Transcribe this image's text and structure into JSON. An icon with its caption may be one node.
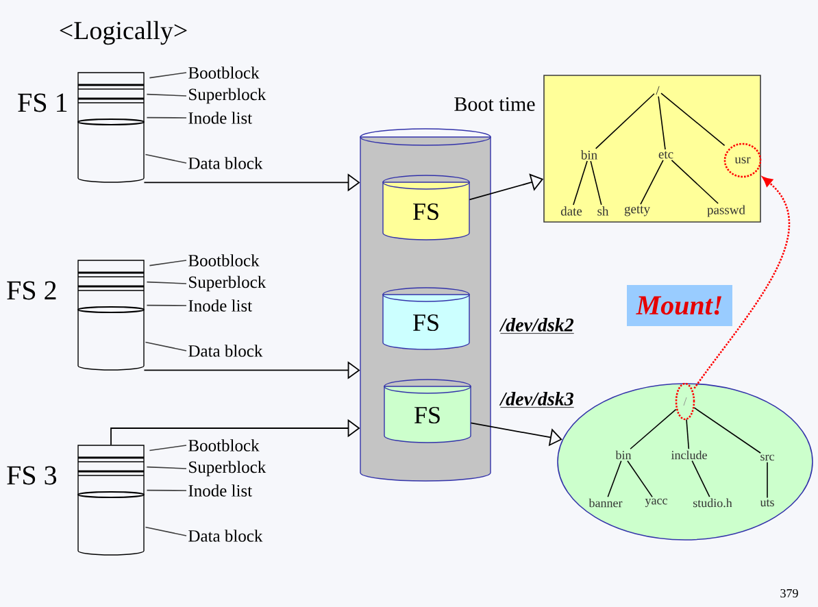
{
  "diagram": {
    "nodes": [
      {
        "text": [
          "FS 1"
        ]
      },
      {
        "text": [
          "Bootblock"
        ]
      },
      {
        "text": [
          "Superblock"
        ]
      },
      {
        "text": [
          "Inode list"
        ]
      },
      {
        "text": [
          "Data block"
        ]
      },
      {
        "text": [
          "FS 2"
        ]
      },
      {
        "text": [
          "Bootblock"
        ]
      },
      {
        "text": [
          "Superblock"
        ]
      },
      {
        "text": [
          "Inode list"
        ]
      },
      {
        "text": [
          "Data block"
        ]
      },
      {
        "text": [
          "FS 3"
        ]
      },
      {
        "text": [
          "Bootblock"
        ]
      },
      {
        "text": [
          "Superblock"
        ]
      },
      {
        "text": [
          "Inode list"
        ]
      },
      {
        "text": [
          "Data block"
        ]
      },
      {
        "text": [],
        "shape": "cylinder"
      },
      {
        "text": [
          "FS"
        ],
        "in": 15
      },
      {
        "text": [
          "FS"
        ],
        "in": 15,
        "beside": [
          "/dev/dsk2"
        ]
      },
      {
        "text": [
          "FS"
        ],
        "in": 15,
        "beside": [
          "/dev/dsk3"
        ]
      },
      {
        "text": [],
        "shape": "box",
        "beside": [
          "Boot time"
        ]
      },
      {
        "text": [
          "/"
        ],
        "in": 19
      },
      {
        "text": [
          "bin"
        ],
        "in": 19
      },
      {
        "text": [
          "etc"
        ],
        "in": 19
      },
      {
        "text": [
          "usr"
        ],
        "in": 19
      },
      {
        "text": [
          "date"
        ],
        "in": 19
      },
      {
        "text": [
          "sh"
        ],
        "in": 19
      },
      {
        "text": [
          "getty"
        ],
        "in": 19
      },
      {
        "text": [
          "passwd"
        ],
        "in": 19
      },
      {
        "text": [
          "Mount!"
        ]
      },
      {
        "text": [],
        "shape": "ellipse"
      },
      {
        "text": [
          "/"
        ],
        "in": 29
      },
      {
        "text": [
          "bin"
        ],
        "in": 29
      },
      {
        "text": [
          "include"
        ],
        "in": 29
      },
      {
        "text": [
          "src"
        ],
        "in": 29
      },
      {
        "text": [
          "banner"
        ],
        "in": 29
      },
      {
        "text": [
          "yacc"
        ],
        "in": 29
      },
      {
        "text": [
          "studio.h"
        ],
        "in": 29
      },
      {
        "text": [
          "uts"
        ],
        "in": 29
      }
    ],
    "edges": [
      {
        "from": 1,
        "to": 0,
        "arrow": "none"
      },
      {
        "from": 2,
        "to": 0,
        "arrow": "none"
      },
      {
        "from": 3,
        "to": 0,
        "arrow": "none"
      },
      {
        "from": 4,
        "to": 0,
        "arrow": "none"
      },
      {
        "from": 6,
        "to": 5,
        "arrow": "none"
      },
      {
        "from": 7,
        "to": 5,
        "arrow": "none"
      },
      {
        "from": 8,
        "to": 5,
        "arrow": "none"
      },
      {
        "from": 9,
        "to": 5,
        "arrow": "none"
      },
      {
        "from": 11,
        "to": 10,
        "arrow": "none"
      },
      {
        "from": 12,
        "to": 10,
        "arrow": "none"
      },
      {
        "from": 13,
        "to": 10,
        "arrow": "none"
      },
      {
        "from": 14,
        "to": 10,
        "arrow": "none"
      },
      {
        "from": 0,
        "to": 15,
        "arrow": "to"
      },
      {
        "from": 5,
        "to": 15,
        "arrow": "to"
      },
      {
        "from": 10,
        "to": 15,
        "arrow": "to"
      },
      {
        "from": 16,
        "to": 19,
        "arrow": "to"
      },
      {
        "from": 18,
        "to": 29,
        "arrow": "to"
      },
      {
        "from": 20,
        "to": 21,
        "arrow": "none"
      },
      {
        "from": 20,
        "to": 22,
        "arrow": "none"
      },
      {
        "from": 20,
        "to": 23,
        "arrow": "none"
      },
      {
        "from": 21,
        "to": 24,
        "arrow": "none"
      },
      {
        "from": 21,
        "to": 25,
        "arrow": "none"
      },
      {
        "from": 22,
        "to": 26,
        "arrow": "none"
      },
      {
        "from": 22,
        "to": 27,
        "arrow": "none"
      },
      {
        "from": 30,
        "to": 31,
        "arrow": "none"
      },
      {
        "from": 30,
        "to": 32,
        "arrow": "none"
      },
      {
        "from": 30,
        "to": 33,
        "arrow": "none"
      },
      {
        "from": 31,
        "to": 34,
        "arrow": "none"
      },
      {
        "from": 31,
        "to": 35,
        "arrow": "none"
      },
      {
        "from": 32,
        "to": 36,
        "arrow": "none"
      },
      {
        "from": 33,
        "to": 37,
        "arrow": "none"
      },
      {
        "from": 30,
        "to": 23,
        "arrow": "to",
        "style": "dashed",
        "color": "#ff0000"
      }
    ],
    "labels": [
      "<Logically>",
      "379"
    ]
  }
}
